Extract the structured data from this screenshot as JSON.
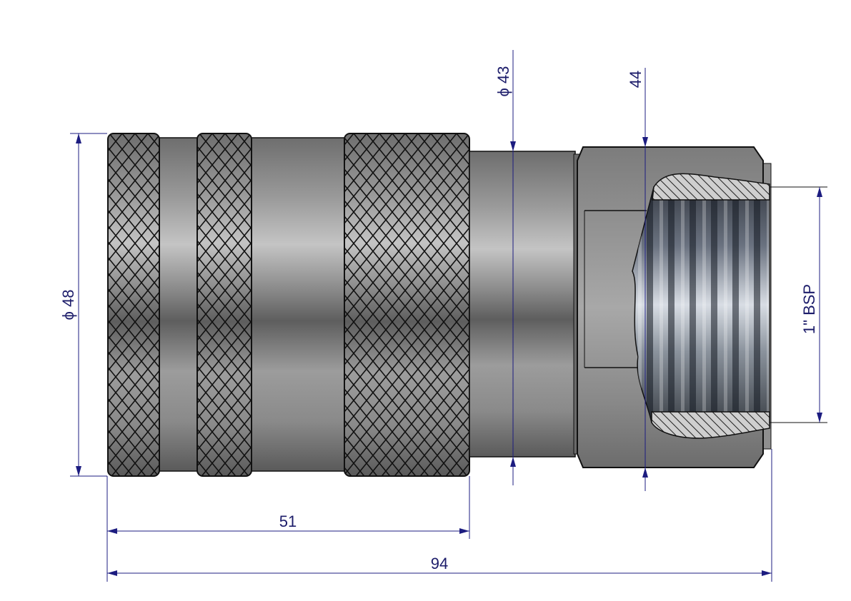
{
  "dimensions": {
    "outer_diameter": "ϕ 48",
    "sleeve_diameter": "ϕ 43",
    "hex_size": "44",
    "thread": "1\" BSP",
    "coupling_length": "51",
    "total_length": "94"
  },
  "colors": {
    "dimension_line": "#1c1c80",
    "body": "#8a8a8a",
    "outline": "#111111"
  }
}
